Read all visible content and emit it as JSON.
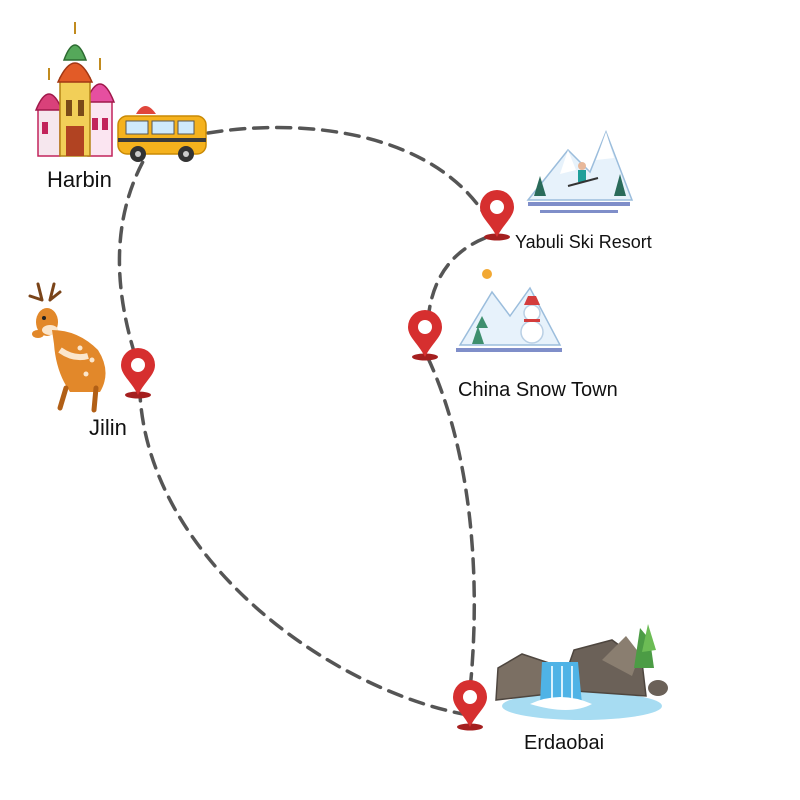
{
  "route": {
    "stops": [
      {
        "id": "harbin",
        "name": "Harbin",
        "icon": "kremlin-icon"
      },
      {
        "id": "yabuli",
        "name": "Yabuli Ski Resort",
        "icon": "skier-icon"
      },
      {
        "id": "snow_town",
        "name": "China Snow Town",
        "icon": "snowman-icon"
      },
      {
        "id": "erdaobai",
        "name": "Erdaobai",
        "icon": "waterfall-icon"
      },
      {
        "id": "jilin",
        "name": "Jilin",
        "icon": "deer-icon"
      }
    ],
    "path_style": "dashed",
    "colors": {
      "path": "#555555",
      "pin": "#d62f2f",
      "pin_dark": "#a51f1f",
      "taxi": "#f5b21d"
    }
  }
}
